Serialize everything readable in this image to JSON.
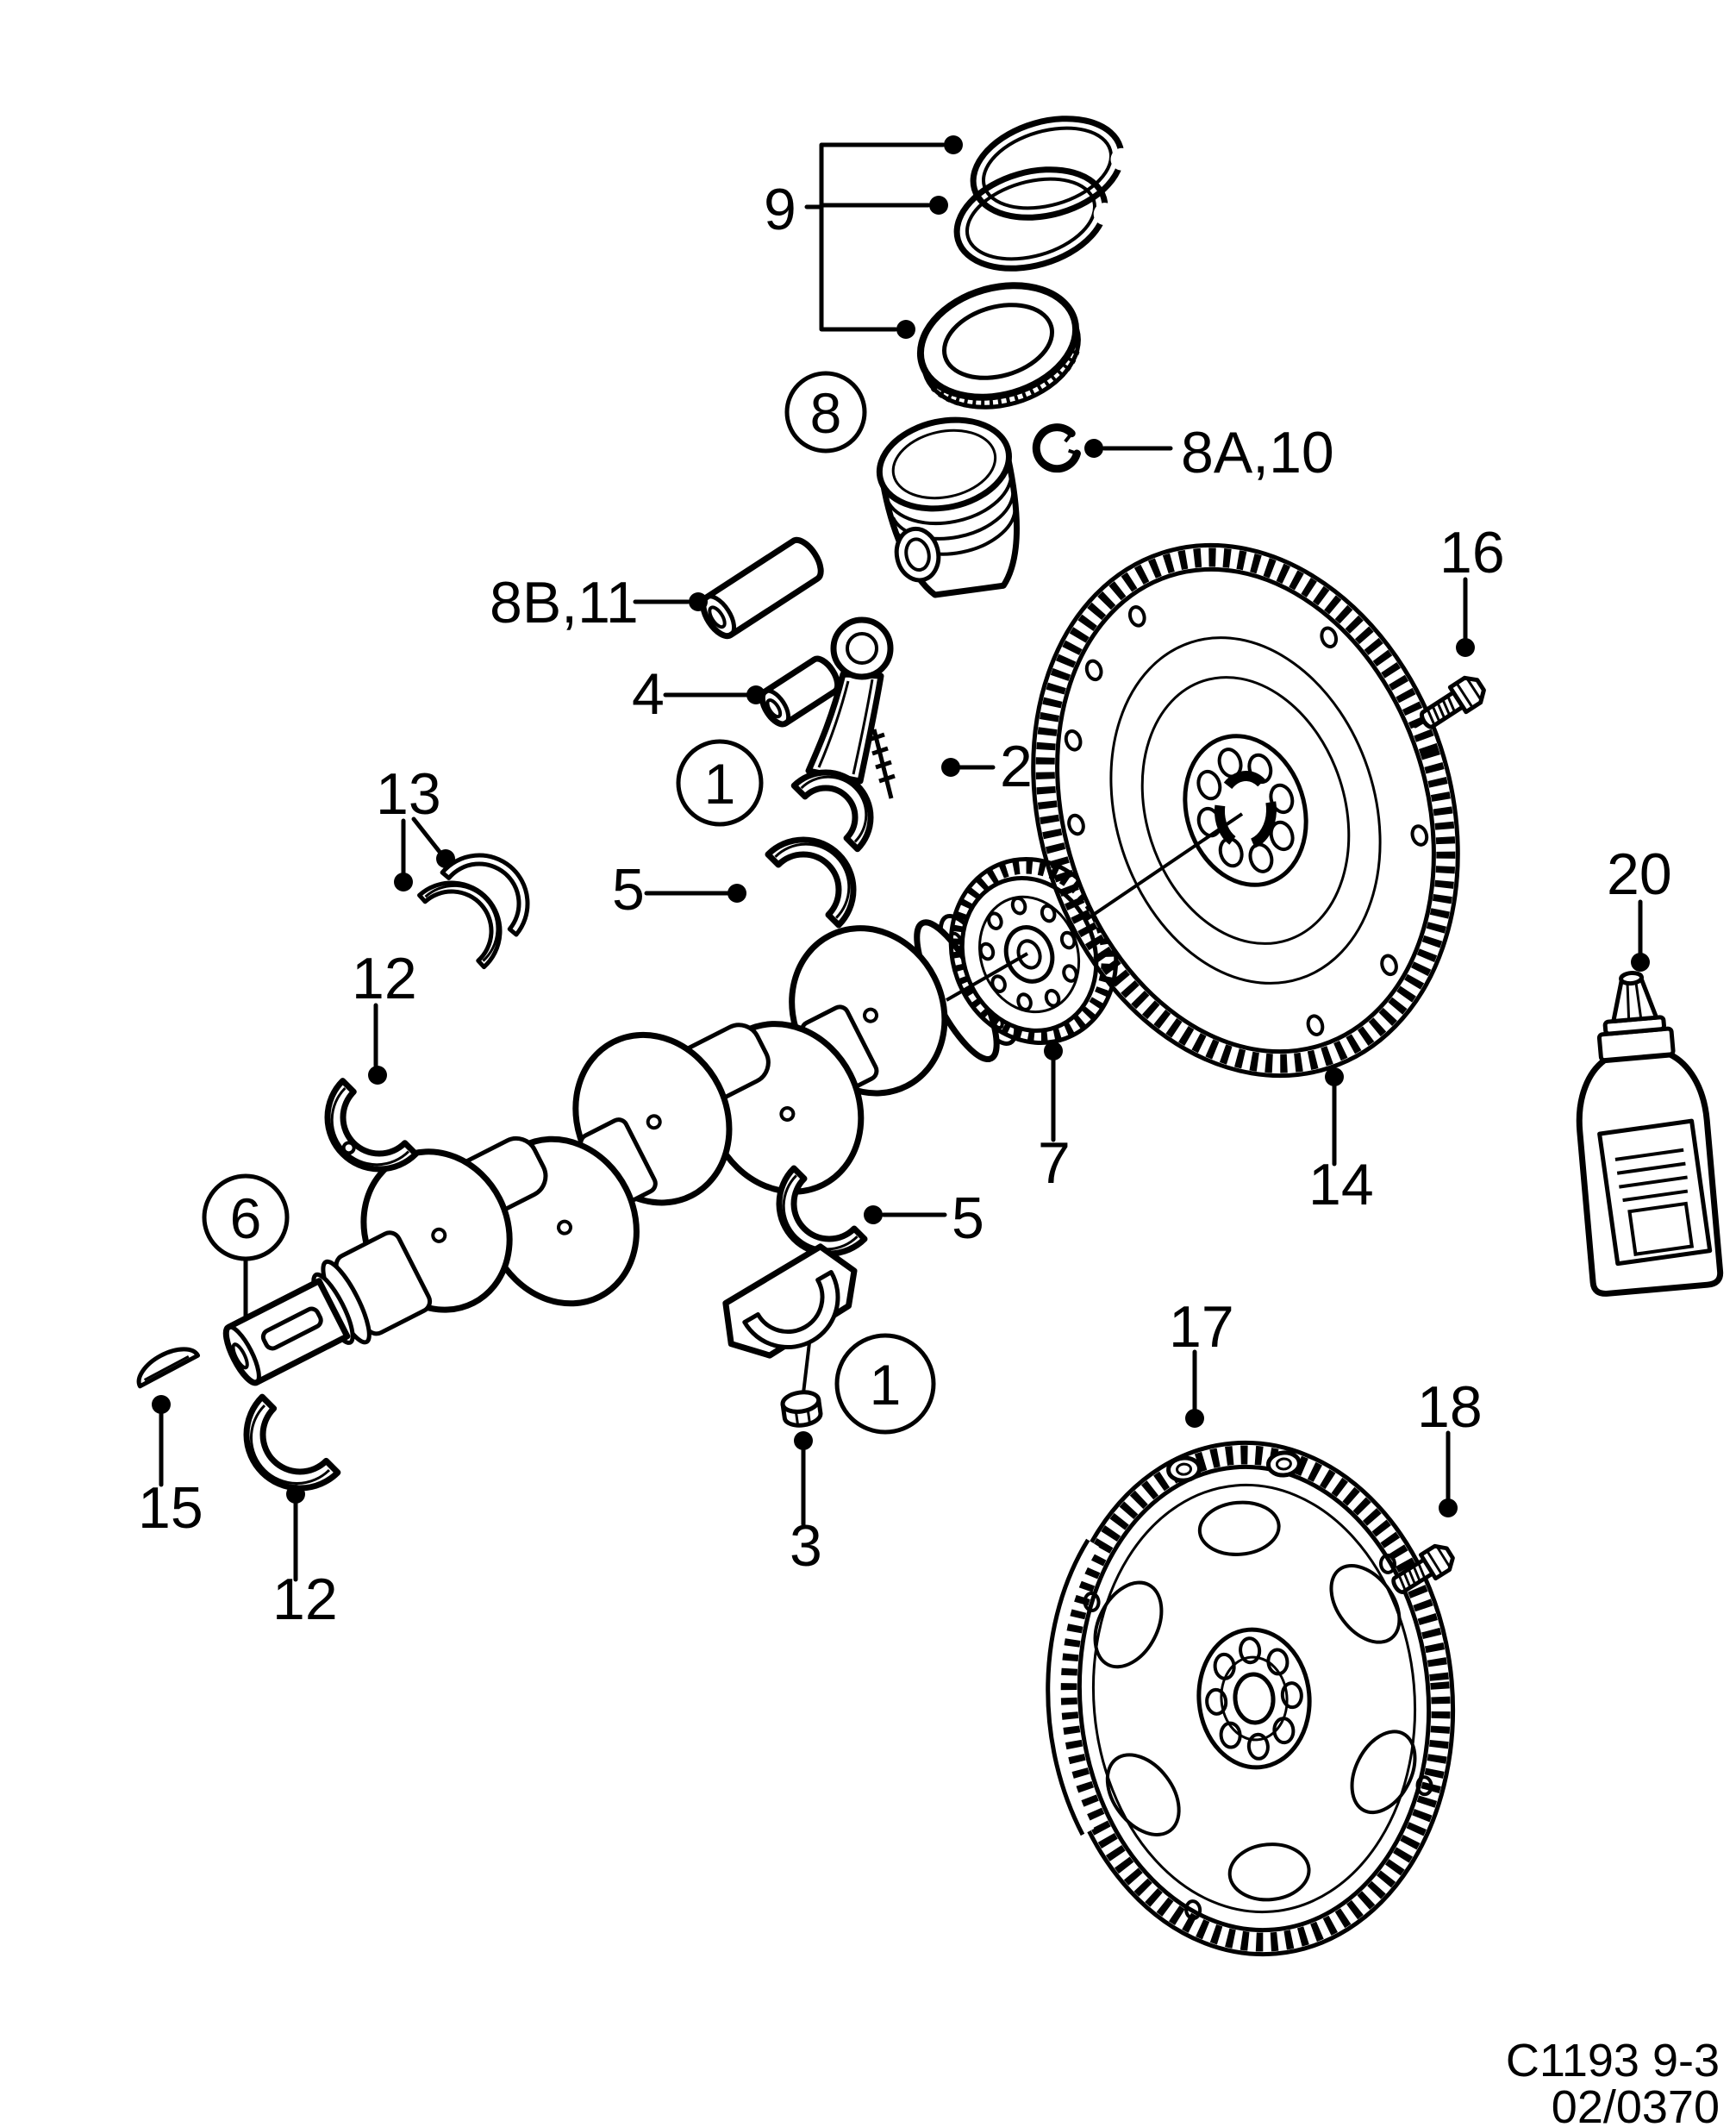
{
  "diagram": {
    "type": "exploded-parts-diagram",
    "subject": "crankshaft-piston-flywheel-assembly",
    "colors": {
      "line": "#000000",
      "background": "#ffffff"
    },
    "callouts": {
      "c1": "1",
      "c2": "2",
      "c3": "3",
      "c4": "4",
      "c5": "5",
      "c6": "6",
      "c7": "7",
      "c8": "8",
      "c8a10": "8A,10",
      "c8b11": "8B,11",
      "c9": "9",
      "c12": "12",
      "c13": "13",
      "c14": "14",
      "c15": "15",
      "c16": "16",
      "c17": "17",
      "c18": "18",
      "c20": "20"
    },
    "footer": {
      "drawing_code": "C1193 9-3",
      "revision_code": "02/0370"
    }
  }
}
